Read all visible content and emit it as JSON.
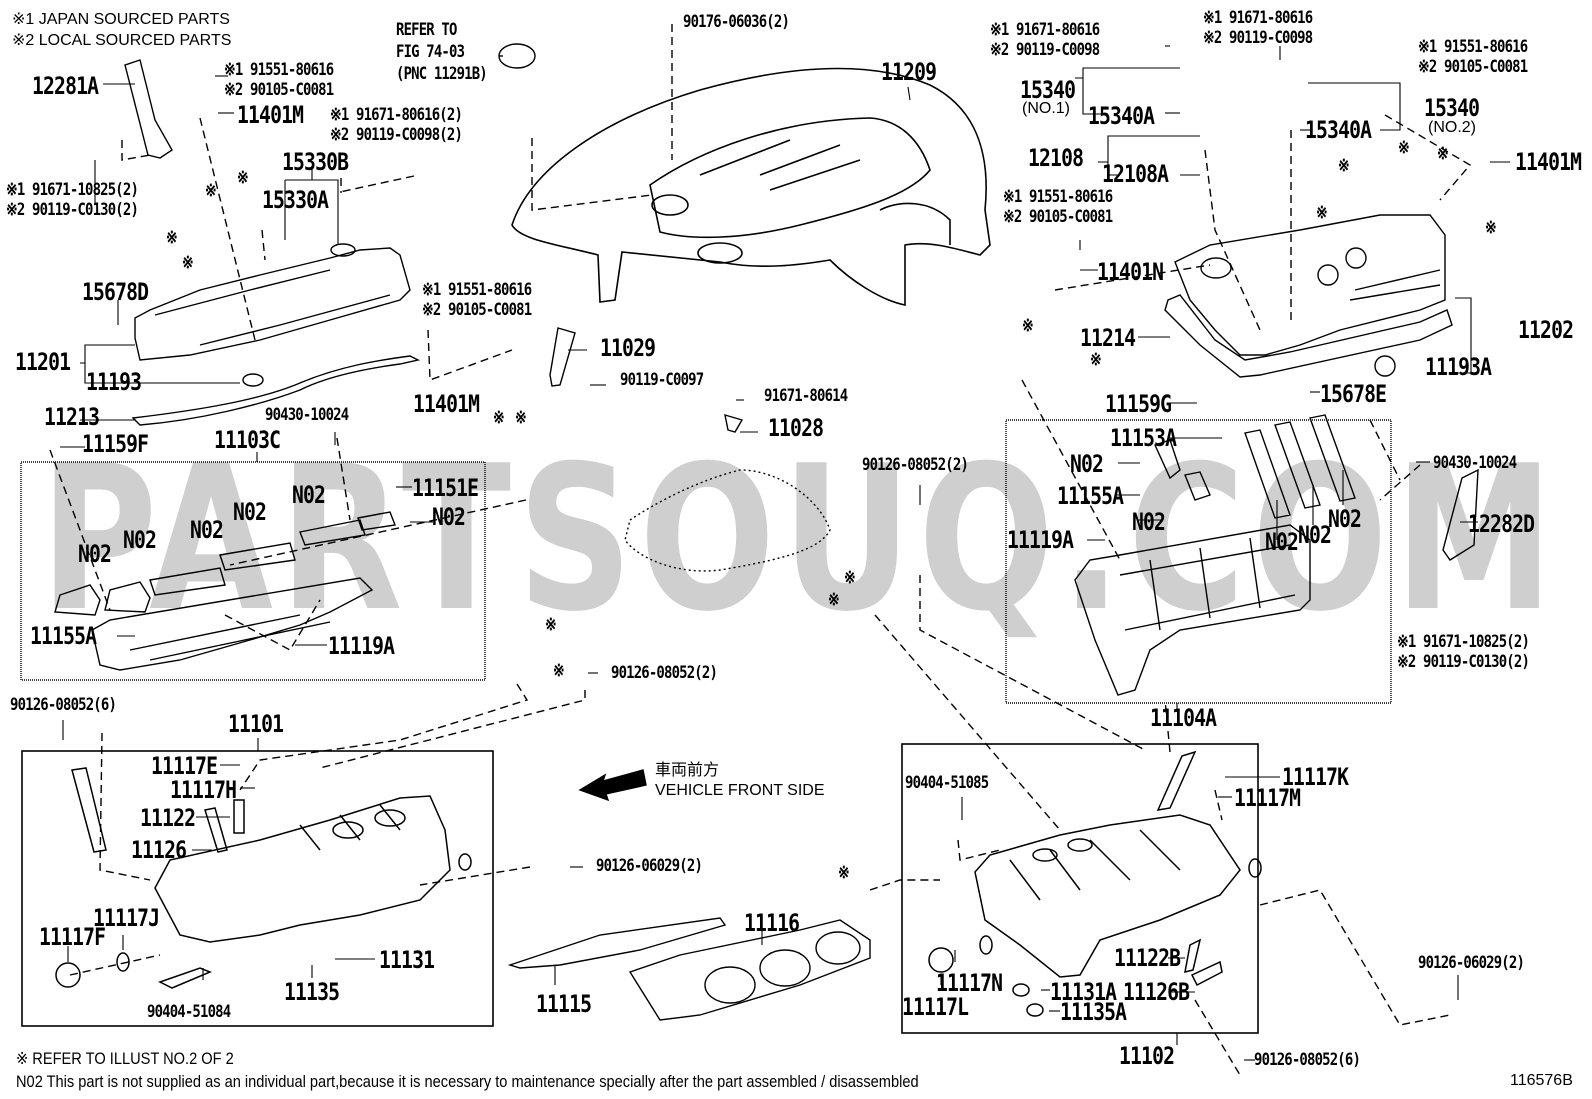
{
  "legend": {
    "japan": "※1 JAPAN SOURCED PARTS",
    "local": "※2 LOCAL SOURCED PARTS"
  },
  "refer": {
    "line1": "REFER TO",
    "line2": "FIG 74-03",
    "line3": "(PNC 11291B)"
  },
  "labels": {
    "p12281A": "12281A",
    "p11401M_a": "11401M",
    "p15330B": "15330B",
    "p15330A": "15330A",
    "p15678D": "15678D",
    "p11201": "11201",
    "p11193": "11193",
    "p11213": "11213",
    "p11159F": "11159F",
    "p11103C": "11103C",
    "p90430_a": "90430-10024",
    "p11401M_b": "11401M",
    "p11151E": "11151E",
    "p11155A_a": "11155A",
    "p11119A_a": "11119A",
    "p11209": "11209",
    "p90176": "90176-06036(2)",
    "p11029": "11029",
    "p90119_C0097": "90119-C0097",
    "p91671_80614": "91671-80614",
    "p11028": "11028",
    "p90126_08052_2a": "90126-08052(2)",
    "p90126_08052_2b": "90126-08052(2)",
    "p90126_06029_a": "90126-06029(2)",
    "p15340_1": "15340",
    "p15340_1_sub": "(NO.1)",
    "p15340A_1": "15340A",
    "p12108": "12108",
    "p12108A": "12108A",
    "p15340_2": "15340",
    "p15340_2_sub": "(NO.2)",
    "p15340A_2": "15340A",
    "p11401M_c": "11401M",
    "p11401N": "11401N",
    "p11214": "11214",
    "p11202": "11202",
    "p11193A": "11193A",
    "p15678E": "15678E",
    "p11159G": "11159G",
    "p11153A": "11153A",
    "p11155A_b": "11155A",
    "p11119A_b": "11119A",
    "p90430_b": "90430-10024",
    "p12282D": "12282D",
    "p11104A": "11104A",
    "p90126_08052_6a": "90126-08052(6)",
    "p11101": "11101",
    "p11117E": "11117E",
    "p11117H": "11117H",
    "p11122": "11122",
    "p11126": "11126",
    "p11117J": "11117J",
    "p11117F": "11117F",
    "p90404_51084": "90404-51084",
    "p11135": "11135",
    "p11131": "11131",
    "p11115": "11115",
    "p11116": "11116",
    "p90404_51085": "90404-51085",
    "p11117K": "11117K",
    "p11117M": "11117M",
    "p11117N": "11117N",
    "p11117L": "11117L",
    "p11122B": "11122B",
    "p11126B": "11126B",
    "p11131A": "11131A",
    "p11135A": "11135A",
    "p11102": "11102",
    "p90126_06029_b": "90126-06029(2)",
    "p90126_08052_6b": "90126-08052(6)",
    "n02": "N02",
    "mark": "※"
  },
  "pairs": {
    "a": {
      "l1": "※1 91551-80616",
      "l2": "※2 90105-C0081"
    },
    "b": {
      "l1": "※1 91671-80616(2)",
      "l2": "※2 90119-C0098(2)"
    },
    "c": {
      "l1": "※1 91671-10825(2)",
      "l2": "※2 90119-C0130(2)"
    },
    "d": {
      "l1": "※1 91551-80616",
      "l2": "※2 90105-C0081"
    },
    "e": {
      "l1": "※1 91671-80616",
      "l2": "※2 90119-C0098"
    },
    "f": {
      "l1": "※1 91671-80616",
      "l2": "※2 90119-C0098"
    },
    "g": {
      "l1": "※1 91551-80616",
      "l2": "※2 90105-C0081"
    },
    "h": {
      "l1": "※1 91551-80616",
      "l2": "※2 90105-C0081"
    },
    "i": {
      "l1": "※1 91671-10825(2)",
      "l2": "※2 90119-C0130(2)"
    }
  },
  "direction": {
    "jp": "車両前方",
    "en": "VEHICLE FRONT SIDE"
  },
  "footer": {
    "refer_note": "※ REFER TO ILLUST NO.2 OF 2",
    "n02_note": "N02 This part is not supplied as an individual part,because it is necessary to maintenance specially after the part assembled / disassembled",
    "illustration_id": "116576B"
  },
  "watermark": "PARTSOUQ.COM"
}
